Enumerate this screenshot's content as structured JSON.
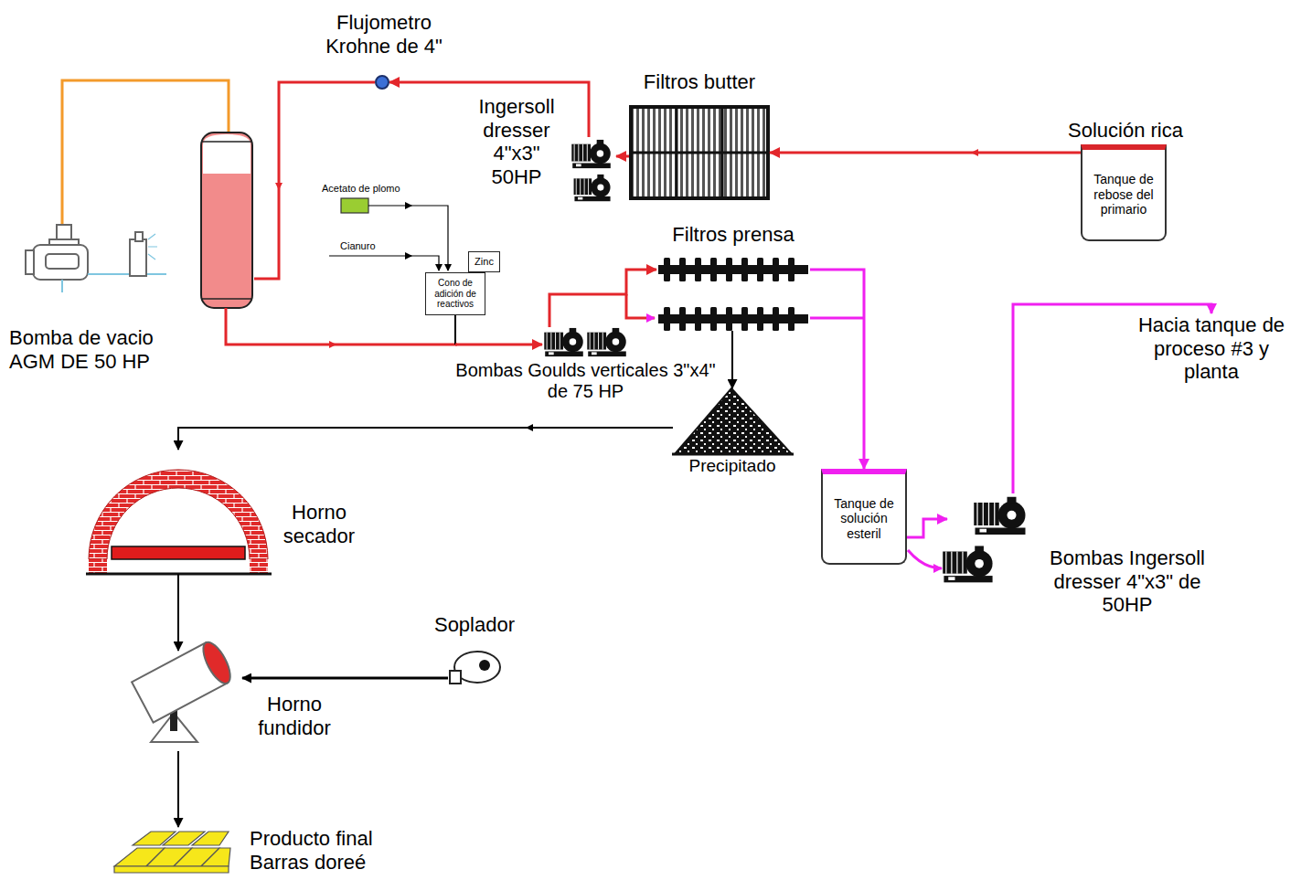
{
  "diagram": {
    "nodes": [
      {
        "text": [
          "Solución rica",
          "Tanque de rebose del primario"
        ]
      },
      {
        "text": [
          "Filtros butter"
        ]
      },
      {
        "text": [
          "Ingersoll dresser 4\"x3\" 50HP"
        ]
      },
      {
        "text": [
          "Flujometro Krohne de 4\""
        ]
      },
      {
        "text": [
          "Bomba de vacio AGM DE 50 HP"
        ]
      },
      {
        "text": [
          "Zinc"
        ]
      },
      {
        "text": [
          "Cono de adición de reactivos"
        ]
      },
      {
        "text": [
          "Bombas Goulds verticales 3\"x4\" de 75 HP"
        ]
      },
      {
        "text": [
          "Filtros prensa"
        ]
      },
      {
        "text": [
          "Precipitado"
        ]
      },
      {
        "text": [
          "Tanque de solución esteril"
        ]
      },
      {
        "text": [
          "Bombas Ingersoll dresser 4\"x3\" de 50HP"
        ]
      },
      {
        "text": [
          "Hacia tanque de proceso #3 y planta"
        ]
      },
      {
        "text": [
          "Horno secador"
        ]
      },
      {
        "text": [
          "Horno fundidor"
        ]
      },
      {
        "text": [
          "Soplador"
        ]
      },
      {
        "text": [
          "Producto final Barras doreé"
        ]
      }
    ],
    "edges": [
      {
        "from": 0,
        "to": 1,
        "arrow": "to"
      },
      {
        "from": 1,
        "to": 2,
        "arrow": "to"
      },
      {
        "from": 2,
        "to": 3,
        "arrow": "to"
      },
      {
        "from": 5,
        "to": 6,
        "arrow": "to"
      },
      {
        "from": 6,
        "to": 7,
        "arrow": "to"
      },
      {
        "from": 7,
        "to": 8,
        "arrow": "to"
      },
      {
        "from": 8,
        "to": 9,
        "arrow": "to"
      },
      {
        "from": 8,
        "to": 10,
        "arrow": "to"
      },
      {
        "from": 10,
        "to": 11,
        "arrow": "to"
      },
      {
        "from": 11,
        "to": 12,
        "arrow": "to"
      },
      {
        "from": 9,
        "to": 13,
        "arrow": "to"
      },
      {
        "from": 13,
        "to": 14,
        "arrow": "to"
      },
      {
        "from": 15,
        "to": 14,
        "arrow": "to"
      },
      {
        "from": 14,
        "to": 16,
        "arrow": "to"
      }
    ],
    "labels": [
      "Acetato de plomo",
      "Cianuro"
    ]
  }
}
